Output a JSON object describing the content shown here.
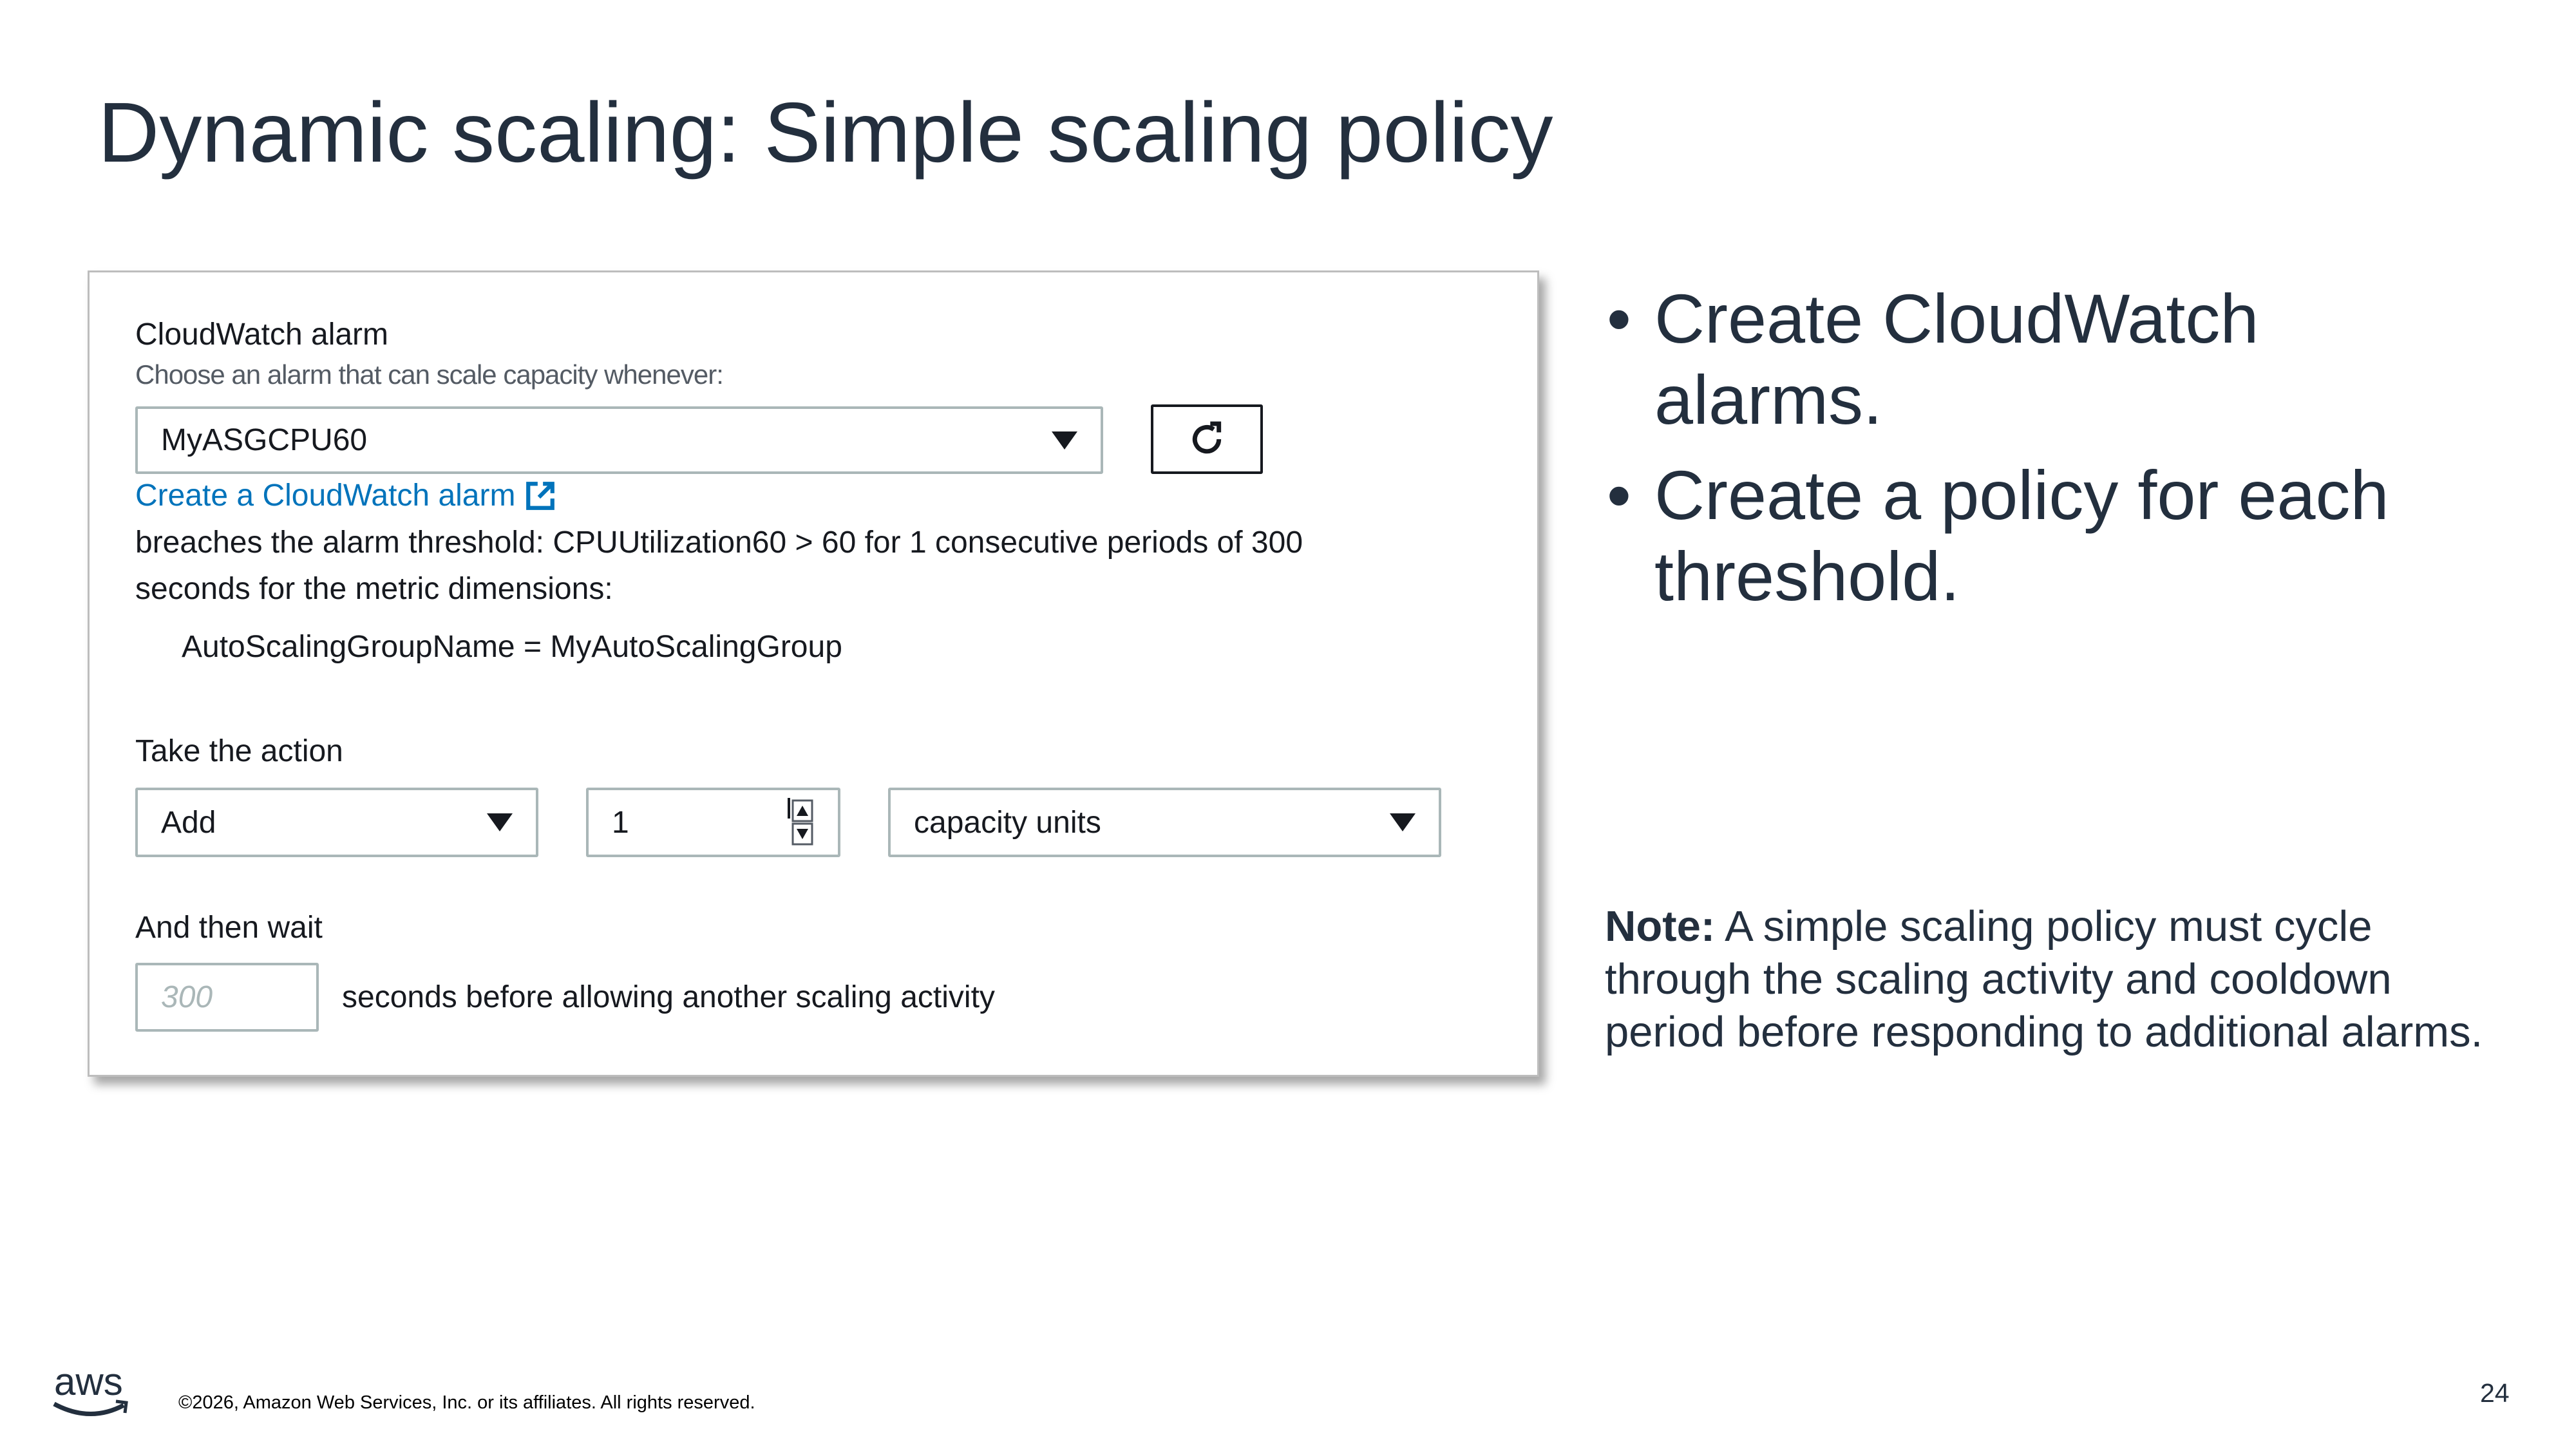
{
  "slide": {
    "title": "Dynamic scaling: Simple scaling policy",
    "page_number": "24"
  },
  "panel": {
    "alarm_label": "CloudWatch alarm",
    "alarm_hint": "Choose an alarm that can scale capacity whenever:",
    "alarm_selected": "MyASGCPU60",
    "refresh_icon": "refresh-icon",
    "create_link": "Create a CloudWatch alarm",
    "threshold_line1": "breaches the alarm threshold: CPUUtilization60 > 60 for 1 consecutive periods of 300",
    "threshold_line2": "seconds for the metric dimensions:",
    "dimension": "AutoScalingGroupName = MyAutoScalingGroup",
    "action_label": "Take the action",
    "action_selected": "Add",
    "action_amount": "1",
    "action_unit": "capacity units",
    "wait_label": "And then wait",
    "wait_placeholder": "300",
    "wait_suffix": "seconds before allowing another scaling activity"
  },
  "bullets": [
    {
      "line1": "Create CloudWatch",
      "line2": "alarms."
    },
    {
      "line1": "Create a policy for each",
      "line2": "threshold."
    }
  ],
  "note": {
    "bold": "Note:",
    "text": " A simple scaling policy must cycle through the scaling activity and cooldown period before responding to additional alarms."
  },
  "footer": {
    "logo": "aws",
    "copyright": "©2026, Amazon Web Services, Inc. or its affiliates. All rights reserved."
  },
  "colors": {
    "title": "#232f3e",
    "link": "#0073bb"
  }
}
